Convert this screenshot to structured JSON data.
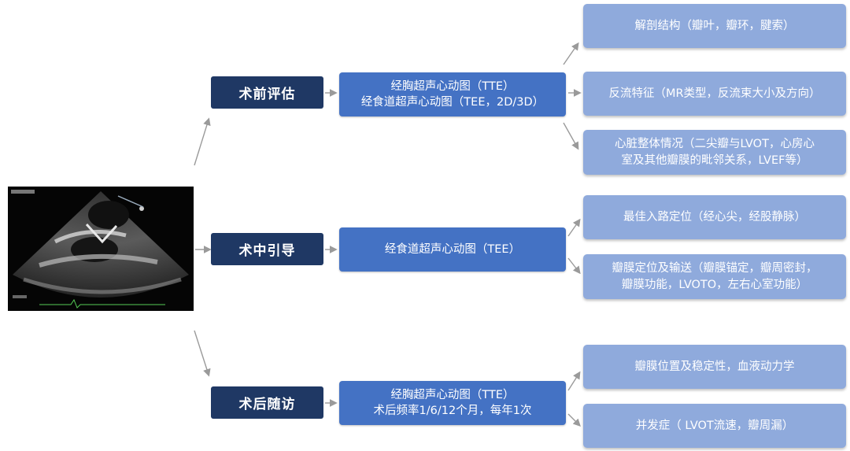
{
  "stages": [
    {
      "label": "术前评估",
      "method_lines": [
        "经胸超声心动图（TTE）",
        "经食道超声心动图（TEE，2D/3D）"
      ],
      "details": [
        {
          "lines": [
            "解剖结构（瓣叶，瓣环，腱索）"
          ]
        },
        {
          "lines": [
            "反流特征（MR类型，反流束大小及方向）"
          ]
        },
        {
          "lines": [
            "心脏整体情况（二尖瓣与LVOT，心房心",
            "室及其他瓣膜的毗邻关系，LVEF等）"
          ]
        }
      ]
    },
    {
      "label": "术中引导",
      "method_lines": [
        "经食道超声心动图（TEE）"
      ],
      "details": [
        {
          "lines": [
            "最佳入路定位（经心尖，经股静脉）"
          ]
        },
        {
          "lines": [
            "瓣膜定位及输送（瓣膜锚定，瓣周密封，",
            "瓣膜功能，LVOTO，左右心室功能）"
          ]
        }
      ]
    },
    {
      "label": "术后随访",
      "method_lines": [
        "经胸超声心动图（TTE）",
        "术后频率1/6/12个月，每年1次"
      ],
      "details": [
        {
          "lines": [
            "瓣膜位置及稳定性，血液动力学"
          ]
        },
        {
          "lines": [
            "并发症（ LVOT流速，瓣周漏）"
          ]
        }
      ]
    }
  ],
  "colors": {
    "stage": "#1f3864",
    "method": "#4472c4",
    "detail": "#8faadc",
    "arrow": "#9a9a9a"
  },
  "echo_image": {
    "icon": "echocardiogram-image"
  }
}
